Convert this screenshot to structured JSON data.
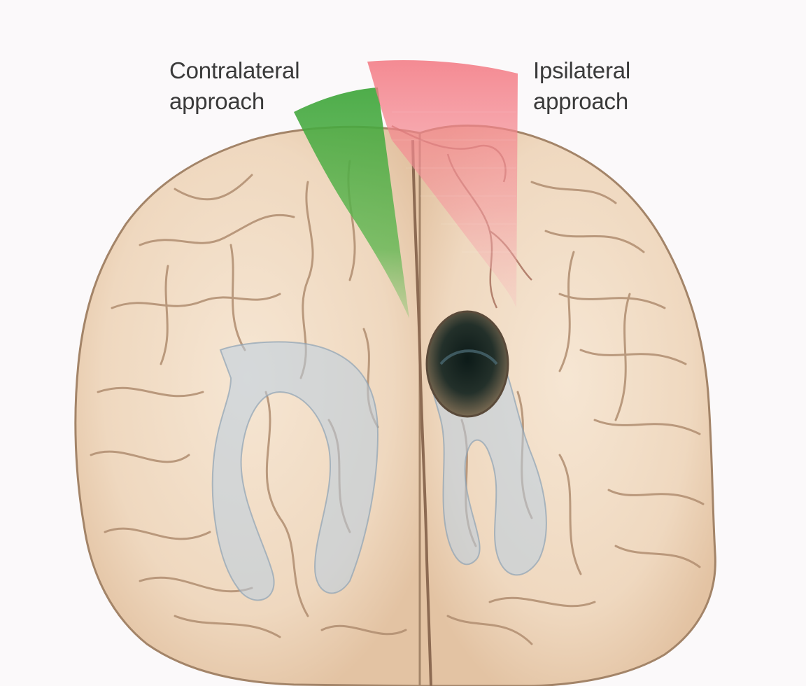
{
  "labels": {
    "contralateral": {
      "line1": "Contralateral",
      "line2": "approach"
    },
    "ipsilateral": {
      "line1": "Ipsilateral",
      "line2": "approach"
    }
  },
  "colors": {
    "background": "#fbf9fa",
    "brain_fill": "#f1dcc5",
    "brain_outline": "#9b7b62",
    "contralateral_wedge": "#55b24a",
    "ipsilateral_wedge": "#f0707a",
    "ventricle": "#b7cde0"
  }
}
